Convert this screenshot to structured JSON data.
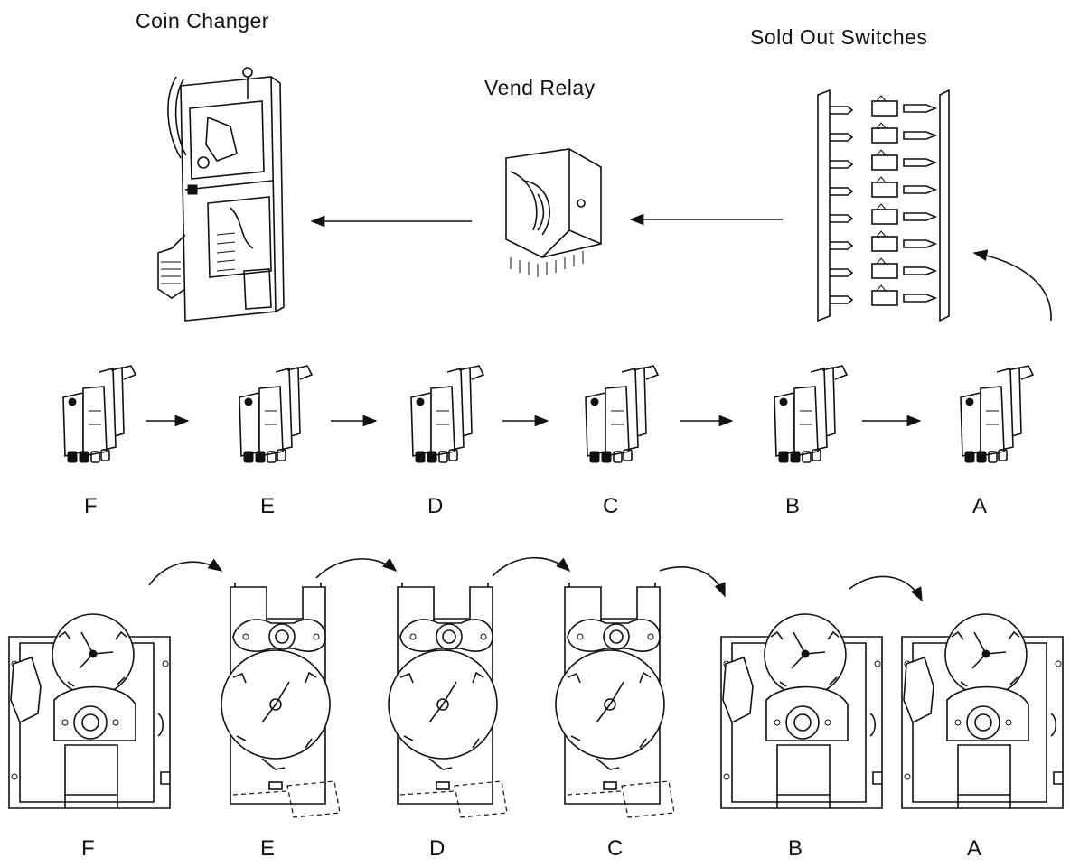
{
  "titles": {
    "coin_changer": "Coin Changer",
    "vend_relay": "Vend Relay",
    "sold_out_switches": "Sold Out Switches"
  },
  "middle_row_labels": [
    "F",
    "E",
    "D",
    "C",
    "B",
    "A"
  ],
  "bottom_row_labels": [
    "F",
    "E",
    "D",
    "C",
    "B",
    "A"
  ]
}
